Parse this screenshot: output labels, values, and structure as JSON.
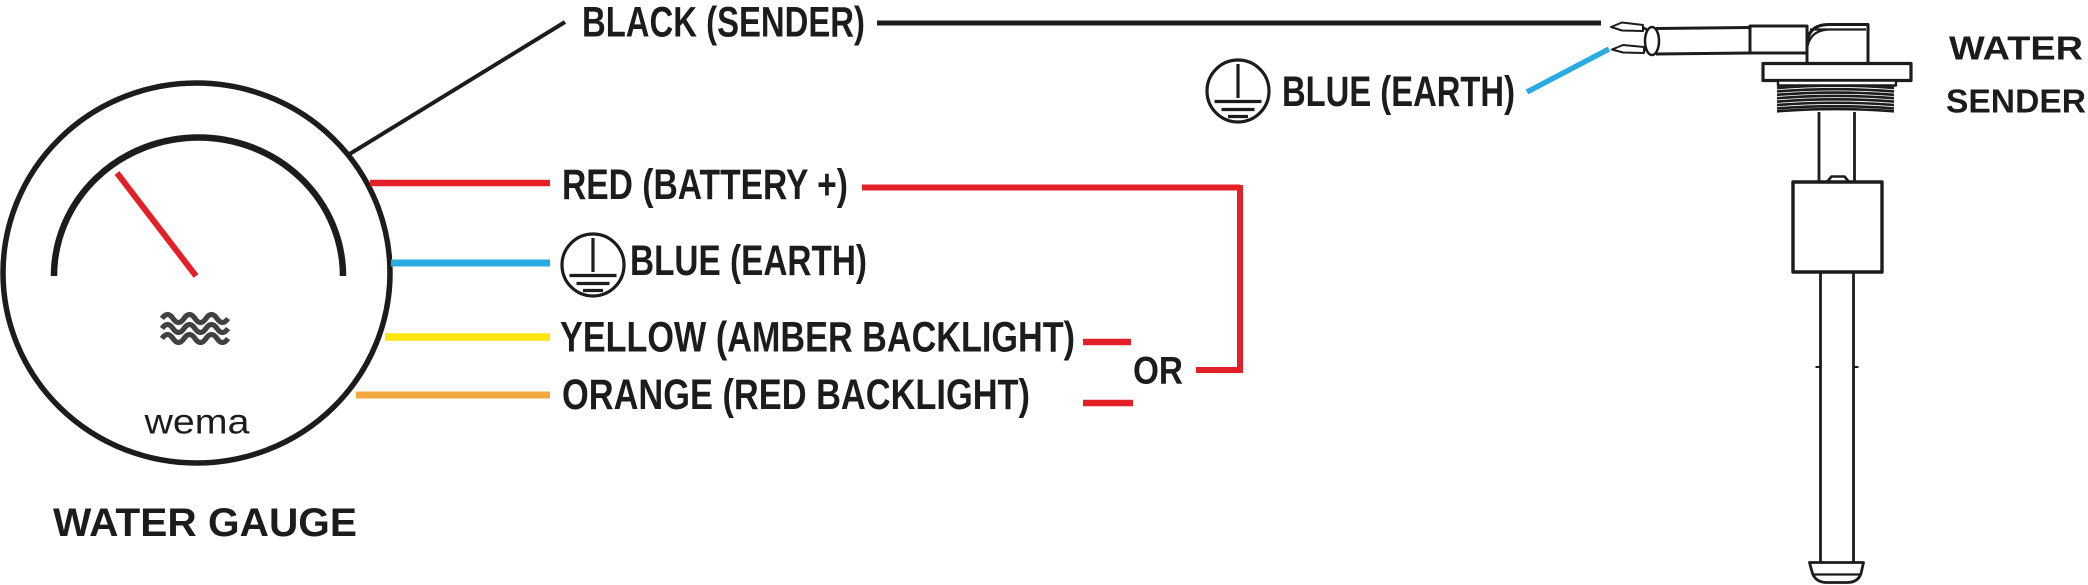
{
  "diagram": {
    "background": "#ffffff",
    "gauge": {
      "brand": "wema",
      "title": "WATER GAUGE",
      "needle_position": "upper-left",
      "symbol": "water-waves"
    },
    "sender": {
      "title_line1": "WATER",
      "title_line2": "SENDER"
    },
    "wires": {
      "black": {
        "label": "BLACK (SENDER)"
      },
      "red": {
        "label": "RED (BATTERY +)"
      },
      "blue_gauge": {
        "label": "BLUE (EARTH)"
      },
      "yellow": {
        "label": "YELLOW (AMBER BACKLIGHT)"
      },
      "orange": {
        "label": "ORANGE (RED BACKLIGHT)"
      },
      "blue_sender": {
        "label": "BLUE (EARTH)"
      },
      "or_connector": "OR"
    },
    "icons": {
      "earth_gauge": "earth-ground",
      "earth_sender": "earth-ground",
      "waves": "water-level"
    },
    "colors": {
      "black": "#1c1c1c",
      "red": "#e32028",
      "blue": "#29abe2",
      "yellow": "#ffe60d",
      "orange": "#f3a73f",
      "wave_gray": "#414042"
    }
  }
}
